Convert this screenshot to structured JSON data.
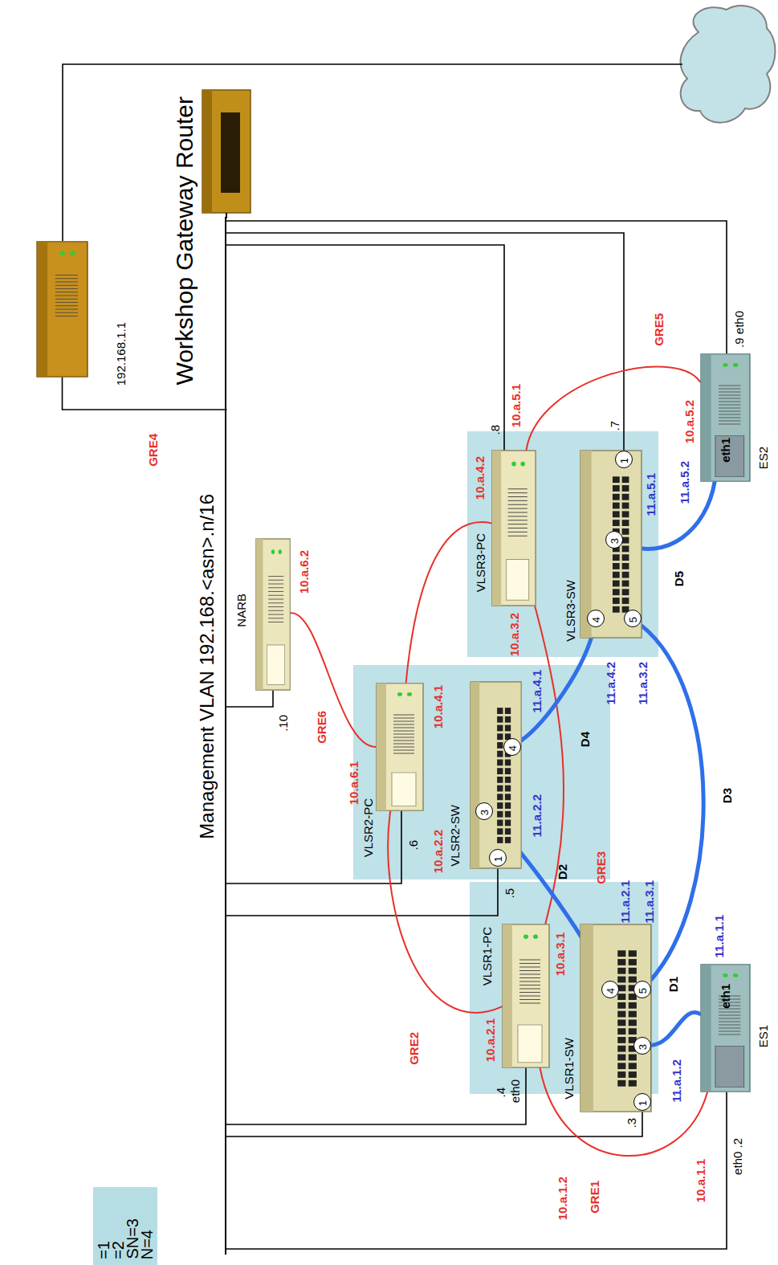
{
  "diagram": {
    "title": "Workshop Gateway Router",
    "nodes": [
      {
        "text": [
          "=1",
          "=2",
          "SN=3",
          "N=4"
        ]
      },
      {
        "text": [
          "192.168.1.1"
        ]
      },
      {
        "text": [
          "Management VLAN 192.168.<asn>.n/16"
        ]
      },
      {
        "text": [
          "NARB",
          ".10"
        ]
      },
      {
        "text": [
          "VLSR3-PC",
          ".8"
        ]
      },
      {
        "text": [
          "VLSR3-SW",
          ".7"
        ]
      },
      {
        "text": [
          "1"
        ],
        "in": 5
      },
      {
        "text": [
          "3"
        ],
        "in": 5
      },
      {
        "text": [
          "4"
        ],
        "in": 5
      },
      {
        "text": [
          "5"
        ],
        "in": 5
      },
      {
        "text": [
          "ES2",
          ".9 eth0",
          "eth1"
        ]
      },
      {
        "text": [
          "VLSR2-PC",
          ".6"
        ]
      },
      {
        "text": [
          "VLSR2-SW",
          ".5"
        ]
      },
      {
        "text": [
          "1"
        ],
        "in": 12
      },
      {
        "text": [
          "3"
        ],
        "in": 12
      },
      {
        "text": [
          "4"
        ],
        "in": 12
      },
      {
        "text": [
          "VLSR1-PC",
          "eth0",
          ".4"
        ]
      },
      {
        "text": [
          "VLSR1-SW",
          ".3"
        ]
      },
      {
        "text": [
          "1"
        ],
        "in": 17
      },
      {
        "text": [
          "3"
        ],
        "in": 17
      },
      {
        "text": [
          "4"
        ],
        "in": 17
      },
      {
        "text": [
          "5"
        ],
        "in": 17
      },
      {
        "text": [
          "ES1",
          "eth0 .2",
          "eth1"
        ]
      }
    ],
    "edges": [
      {
        "from": 1,
        "to": 2,
        "arrow": "none"
      },
      {
        "from": 2,
        "to": 3,
        "arrow": "none"
      },
      {
        "from": 2,
        "to": 4,
        "arrow": "none"
      },
      {
        "from": 2,
        "to": 6,
        "arrow": "none"
      },
      {
        "from": 2,
        "to": 10,
        "arrow": "none"
      },
      {
        "from": 2,
        "to": 11,
        "arrow": "none"
      },
      {
        "from": 2,
        "to": 13,
        "arrow": "none"
      },
      {
        "from": 2,
        "to": 16,
        "arrow": "none"
      },
      {
        "from": 2,
        "to": 18,
        "arrow": "none"
      },
      {
        "from": 2,
        "to": 22,
        "arrow": "none"
      },
      {
        "from": 22,
        "to": 16,
        "arrow": "none",
        "label": "GRE1"
      },
      {
        "from": 16,
        "to": 11,
        "arrow": "none",
        "label": "GRE2"
      },
      {
        "from": 16,
        "to": 4,
        "arrow": "none",
        "label": "GRE3"
      },
      {
        "from": 4,
        "to": 10,
        "arrow": "none",
        "label": "GRE5"
      },
      {
        "from": 3,
        "to": 11,
        "arrow": "none",
        "label": "GRE6"
      },
      {
        "from": 11,
        "to": 4,
        "arrow": "none"
      },
      {
        "from": 19,
        "to": 22,
        "arrow": "none",
        "label": "D1"
      },
      {
        "from": 20,
        "to": 14,
        "arrow": "none",
        "label": "D2"
      },
      {
        "from": 21,
        "to": 9,
        "arrow": "none",
        "label": "D3"
      },
      {
        "from": 15,
        "to": 8,
        "arrow": "none",
        "label": "D4"
      },
      {
        "from": 7,
        "to": 10,
        "arrow": "none",
        "label": "D5"
      }
    ],
    "labels": [
      "GRE4",
      "10.a.1.1",
      "10.a.1.2",
      "10.a.2.1",
      "10.a.2.2",
      "10.a.3.1",
      "10.a.3.2",
      "10.a.4.1",
      "10.a.4.2",
      "10.a.5.1",
      "10.a.5.2",
      "10.a.6.1",
      "10.a.6.2",
      "11.a.1.1",
      "11.a.1.2",
      "11.a.2.1",
      "11.a.2.2",
      "11.a.3.1",
      "11.a.3.2",
      "11.a.4.1",
      "11.a.4.2",
      "11.a.5.1",
      "11.a.5.2"
    ]
  }
}
